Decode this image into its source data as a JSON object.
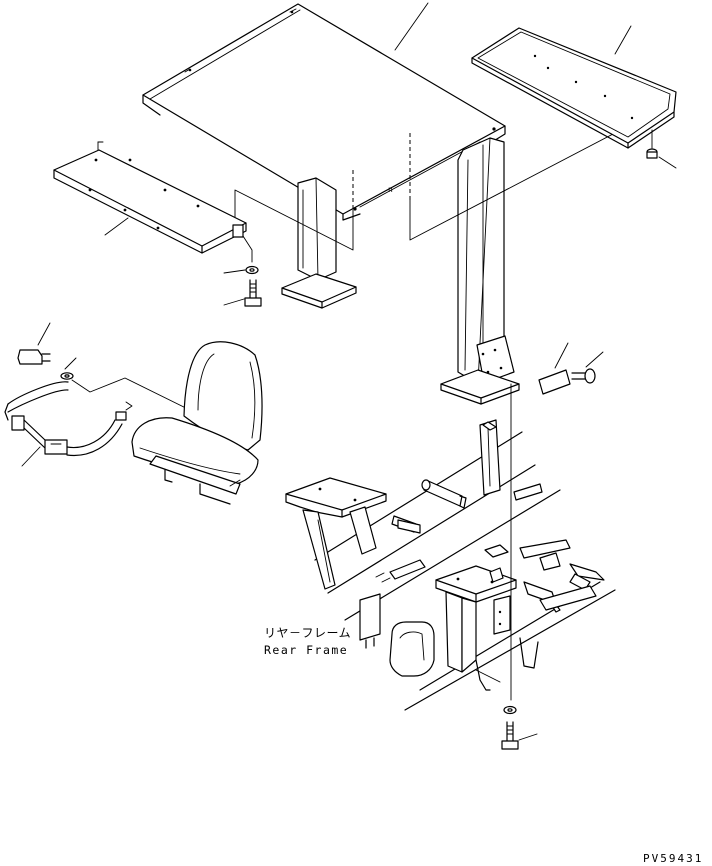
{
  "labels": {
    "part_name_jp": "リヤ－フレーム",
    "part_name_en": "Rear Frame",
    "drawing_code": "PV59431"
  },
  "components": [
    "canopy-roof",
    "roof-panel",
    "side-cover",
    "canopy-post-left",
    "canopy-post-right",
    "operator-seat",
    "seat-belt",
    "rear-frame",
    "bracket",
    "washer",
    "bolt"
  ]
}
